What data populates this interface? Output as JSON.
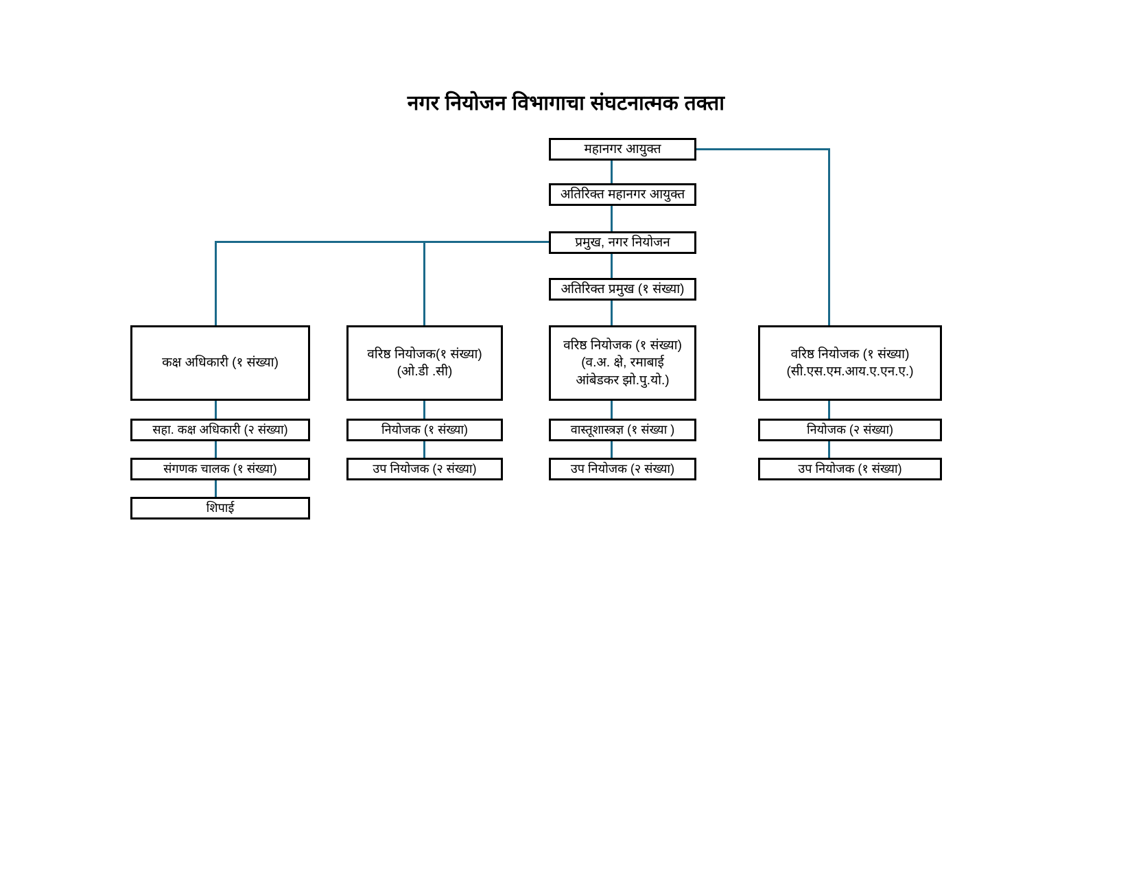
{
  "chart_data": {
    "type": "diagram",
    "title": "नगर नियोजन विभागाचा संघटनात्मक तक्ता",
    "colors": {
      "box_border": "#000000",
      "connector": "#1b6a8a",
      "background": "#ffffff",
      "text": "#000000"
    },
    "chain": [
      {
        "id": "n1",
        "label": "महानगर आयुक्त"
      },
      {
        "id": "n2",
        "label": "अतिरिक्त महानगर आयुक्त"
      },
      {
        "id": "n3",
        "label": "प्रमुख, नगर नियोजन"
      },
      {
        "id": "n4",
        "label": "अतिरिक्त प्रमुख (१ संख्या)"
      }
    ],
    "columns": [
      {
        "id": "col1",
        "head": {
          "lines": [
            "कक्ष अधिकारी (१ संख्या)"
          ]
        },
        "children": [
          {
            "label": "सहा. कक्ष अधिकारी  (२ संख्या)"
          },
          {
            "label": "संगणक चालक (१ संख्या)"
          },
          {
            "label": "शिपाई"
          }
        ]
      },
      {
        "id": "col2",
        "head": {
          "lines": [
            "वरिष्ठ नियोजक(१ संख्या)",
            "(ओ.डी .सी)"
          ]
        },
        "children": [
          {
            "label": "नियोजक  (१ संख्या)"
          },
          {
            "label": "उप नियोजक (२ संख्या)"
          }
        ]
      },
      {
        "id": "col3",
        "head": {
          "lines": [
            "वरिष्ठ नियोजक (१ संख्या)",
            "(व.अ. क्षे, रमाबाई",
            "आंबेडकर झो.पु.यो.)"
          ]
        },
        "children": [
          {
            "label": "वास्तूशास्त्रज्ञ (१ संख्या )"
          },
          {
            "label": "उप नियोजक (२ संख्या)"
          }
        ]
      },
      {
        "id": "col4",
        "head": {
          "lines": [
            "वरिष्ठ नियोजक (१ संख्या)",
            "(सी.एस.एम.आय.ए.एन.ए.)"
          ]
        },
        "children": [
          {
            "label": "नियोजक  (२ संख्या)"
          },
          {
            "label": "उप नियोजक (१ संख्या)"
          }
        ]
      }
    ]
  }
}
